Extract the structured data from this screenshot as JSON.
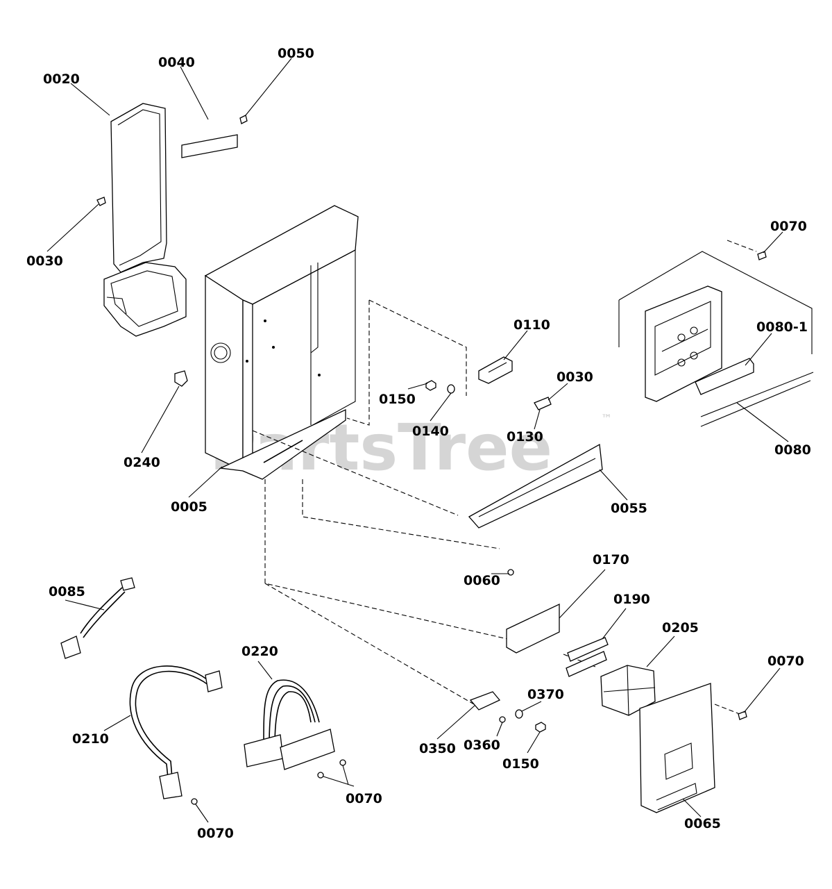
{
  "watermark": {
    "text": "PartsTree",
    "trademark": "™"
  },
  "callouts": [
    {
      "id": "c0020",
      "label": "0020"
    },
    {
      "id": "c0040",
      "label": "0040"
    },
    {
      "id": "c0050",
      "label": "0050"
    },
    {
      "id": "c0030a",
      "label": "0030"
    },
    {
      "id": "c0240",
      "label": "0240"
    },
    {
      "id": "c0005",
      "label": "0005"
    },
    {
      "id": "c0110",
      "label": "0110"
    },
    {
      "id": "c0030b",
      "label": "0030"
    },
    {
      "id": "c0150a",
      "label": "0150"
    },
    {
      "id": "c0140",
      "label": "0140"
    },
    {
      "id": "c0130",
      "label": "0130"
    },
    {
      "id": "c0070a",
      "label": "0070"
    },
    {
      "id": "c0080-1",
      "label": "0080-1"
    },
    {
      "id": "c0080",
      "label": "0080"
    },
    {
      "id": "c0055",
      "label": "0055"
    },
    {
      "id": "c0060",
      "label": "0060"
    },
    {
      "id": "c0170",
      "label": "0170"
    },
    {
      "id": "c0190",
      "label": "0190"
    },
    {
      "id": "c0205",
      "label": "0205"
    },
    {
      "id": "c0070b",
      "label": "0070"
    },
    {
      "id": "c0085",
      "label": "0085"
    },
    {
      "id": "c0220",
      "label": "0220"
    },
    {
      "id": "c0210",
      "label": "0210"
    },
    {
      "id": "c0370",
      "label": "0370"
    },
    {
      "id": "c0350",
      "label": "0350"
    },
    {
      "id": "c0360",
      "label": "0360"
    },
    {
      "id": "c0150b",
      "label": "0150"
    },
    {
      "id": "c0070c",
      "label": "0070"
    },
    {
      "id": "c0070d",
      "label": "0070"
    },
    {
      "id": "c0065",
      "label": "0065"
    }
  ]
}
